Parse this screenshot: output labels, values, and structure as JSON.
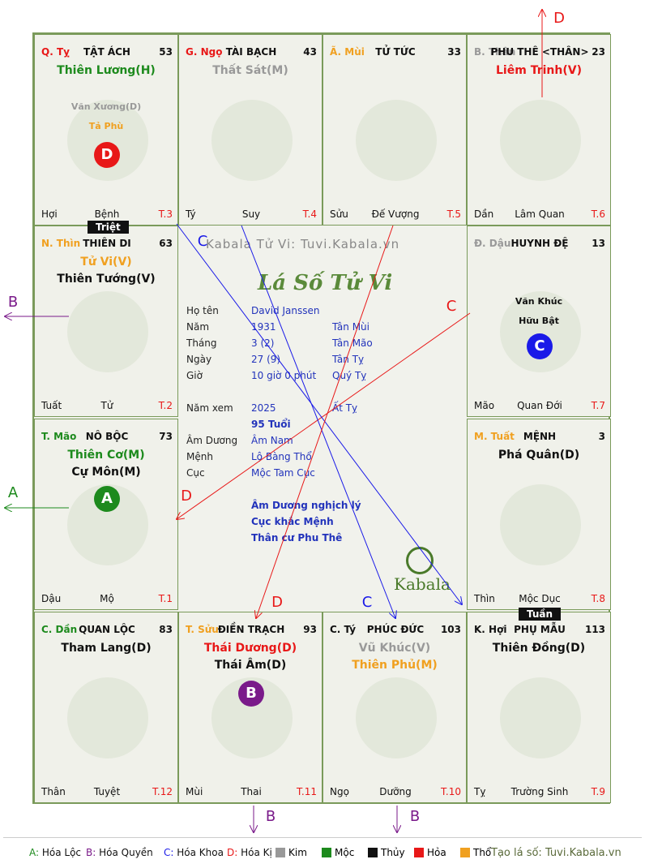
{
  "cells": [
    {
      "can": "Q. Tỵ",
      "can_color": "#e81818",
      "name": "TẬT ÁCH",
      "num": "53",
      "main": [
        {
          "t": "Thiên Lương(H)",
          "c": "g"
        }
      ],
      "minor": [
        {
          "t": "Văn Xương(D)",
          "c": "gr"
        },
        {
          "t": "Tả Phù",
          "c": "o"
        }
      ],
      "circle": {
        "t": "D",
        "color": "#e81818"
      },
      "f1": "Hợi",
      "f2": "Bệnh",
      "f3": "T.3"
    },
    {
      "can": "G. Ngọ",
      "can_color": "#e81818",
      "name": "TÀI BẠCH",
      "num": "43",
      "main": [
        {
          "t": "Thất Sát(M)",
          "c": "gr"
        }
      ],
      "f1": "Tý",
      "f2": "Suy",
      "f3": "T.4"
    },
    {
      "can": "Ã. Mùi",
      "can_color": "#f0a020",
      "name": "TỬ TỨC",
      "num": "33",
      "main": [],
      "f1": "Sửu",
      "f2": "Đế Vượng",
      "f3": "T.5"
    },
    {
      "can": "B. Thân",
      "can_color": "#999",
      "name": "PHU THÊ <THÂN>",
      "num": "23",
      "main": [
        {
          "t": "Liêm Trinh(V)",
          "c": "r"
        }
      ],
      "f1": "Dần",
      "f2": "Lâm Quan",
      "f3": "T.6"
    },
    {
      "can": "N. Thìn",
      "can_color": "#f0a020",
      "name": "THIÊN DI",
      "num": "63",
      "main": [
        {
          "t": "Tử Vi(V)",
          "c": "o"
        },
        {
          "t": "Thiên Tướng(V)",
          "c": "bk"
        }
      ],
      "f1": "Tuất",
      "f2": "Tử",
      "f3": "T.2"
    },
    {
      "can": "Đ. Dậu",
      "can_color": "#999",
      "name": "HUYNH ĐỆ",
      "num": "13",
      "main": [],
      "minor": [
        {
          "t": "Văn Khúc",
          "c": "bk"
        },
        {
          "t": "Hữu Bật",
          "c": "bk"
        }
      ],
      "circle": {
        "t": "C",
        "color": "#1a1ae8"
      },
      "f1": "Mão",
      "f2": "Quan Đới",
      "f3": "T.7"
    },
    {
      "can": "T. Mão",
      "can_color": "#1d8a1d",
      "name": "NÔ BỘC",
      "num": "73",
      "main": [
        {
          "t": "Thiên Cơ(M)",
          "c": "g"
        },
        {
          "t": "Cự Môn(M)",
          "c": "bk"
        }
      ],
      "circle": {
        "t": "A",
        "color": "#1d8a1d"
      },
      "f1": "Dậu",
      "f2": "Mộ",
      "f3": "T.1"
    },
    {
      "can": "M. Tuất",
      "can_color": "#f0a020",
      "name": "MỆNH",
      "num": "3",
      "main": [
        {
          "t": "Phá Quân(D)",
          "c": "bk"
        }
      ],
      "f1": "Thìn",
      "f2": "Mộc Dục",
      "f3": "T.8"
    },
    {
      "can": "C. Dần",
      "can_color": "#1d8a1d",
      "name": "QUAN LỘC",
      "num": "83",
      "main": [
        {
          "t": "Tham Lang(D)",
          "c": "bk"
        }
      ],
      "f1": "Thân",
      "f2": "Tuyệt",
      "f3": "T.12"
    },
    {
      "can": "T. Sửu",
      "can_color": "#f0a020",
      "name": "ĐIỀN TRẠCH",
      "num": "93",
      "main": [
        {
          "t": "Thái Dương(D)",
          "c": "r"
        },
        {
          "t": "Thái Âm(D)",
          "c": "bk"
        }
      ],
      "circle": {
        "t": "B",
        "color": "#7a1a8a"
      },
      "f1": "Mùi",
      "f2": "Thai",
      "f3": "T.11"
    },
    {
      "can": "C. Tý",
      "can_color": "#111",
      "name": "PHÚC ĐỨC",
      "num": "103",
      "main": [
        {
          "t": "Vũ Khúc(V)",
          "c": "gr"
        },
        {
          "t": "Thiên Phủ(M)",
          "c": "o"
        }
      ],
      "f1": "Ngọ",
      "f2": "Dưỡng",
      "f3": "T.10"
    },
    {
      "can": "K. Hợi",
      "can_color": "#111",
      "name": "PHỤ MẪU",
      "num": "113",
      "main": [
        {
          "t": "Thiên Đồng(D)",
          "c": "bk"
        }
      ],
      "f1": "Tỵ",
      "f2": "Trường Sinh",
      "f3": "T.9"
    }
  ],
  "tags": {
    "triet": "Triệt",
    "tuan": "Tuần"
  },
  "center": {
    "watermark": "Kabala Tử Vi: Tuvi.Kabala.vn",
    "title": "Lá Số Tử Vi",
    "rows": [
      {
        "l": "Họ tên",
        "v": "David Janssen",
        "e": ""
      },
      {
        "l": "Năm",
        "v": "1931",
        "e": "Tân Mùi"
      },
      {
        "l": "Tháng",
        "v": "3  (2)",
        "e": "Tân Mão"
      },
      {
        "l": "Ngày",
        "v": "27  (9)",
        "e": "Tân Tỵ"
      },
      {
        "l": "Giờ",
        "v": "10 giờ 0 phút",
        "e": "Quý Tỵ"
      },
      {
        "l": "Năm xem",
        "v": "2025",
        "e": "Ất Tỵ"
      },
      {
        "l": "",
        "v": "95 Tuổi",
        "e": ""
      },
      {
        "l": "Âm Dương",
        "v": "Âm Nam",
        "e": ""
      },
      {
        "l": "Mệnh",
        "v": "Lộ Bàng Thổ",
        "e": ""
      },
      {
        "l": "Cục",
        "v": "Mộc Tam Cục",
        "e": ""
      }
    ],
    "notes": [
      "Âm Dương nghịch lý",
      "Cục khắc Mệnh",
      "Thân cư Phu Thê"
    ],
    "logo": "Kabala"
  },
  "arrow_labels": [
    "D",
    "B",
    "A",
    "C",
    "C",
    "C",
    "D",
    "D",
    "C",
    "B",
    "B"
  ],
  "legend": {
    "items": [
      {
        "k": "A:",
        "v": "Hóa Lộc",
        "c": "#1d8a1d"
      },
      {
        "k": "B:",
        "v": "Hóa Quyền",
        "c": "#7a1a8a"
      },
      {
        "k": "C:",
        "v": "Hóa Khoa",
        "c": "#1a1ae8"
      },
      {
        "k": "D:",
        "v": "Hóa Kị",
        "c": "#e81818"
      }
    ],
    "elements": [
      {
        "v": "Kim",
        "c": "#999999"
      },
      {
        "v": "Mộc",
        "c": "#1d8a1d"
      },
      {
        "v": "Thủy",
        "c": "#111111"
      },
      {
        "v": "Hỏa",
        "c": "#e81818"
      },
      {
        "v": "Thổ",
        "c": "#f0a020"
      }
    ],
    "credit": "Tạo lá số: Tuvi.Kabala.vn"
  }
}
